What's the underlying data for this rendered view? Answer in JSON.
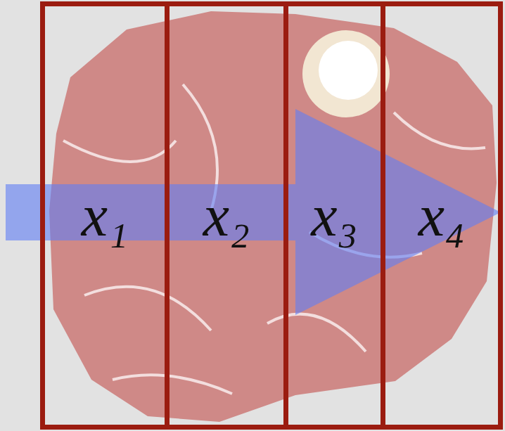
{
  "diagram": {
    "nodes": [
      {
        "text": [
          "x₁"
        ]
      },
      {
        "text": [
          "x₂"
        ]
      },
      {
        "text": [
          "x₃"
        ]
      },
      {
        "text": [
          "x₄"
        ]
      }
    ]
  }
}
